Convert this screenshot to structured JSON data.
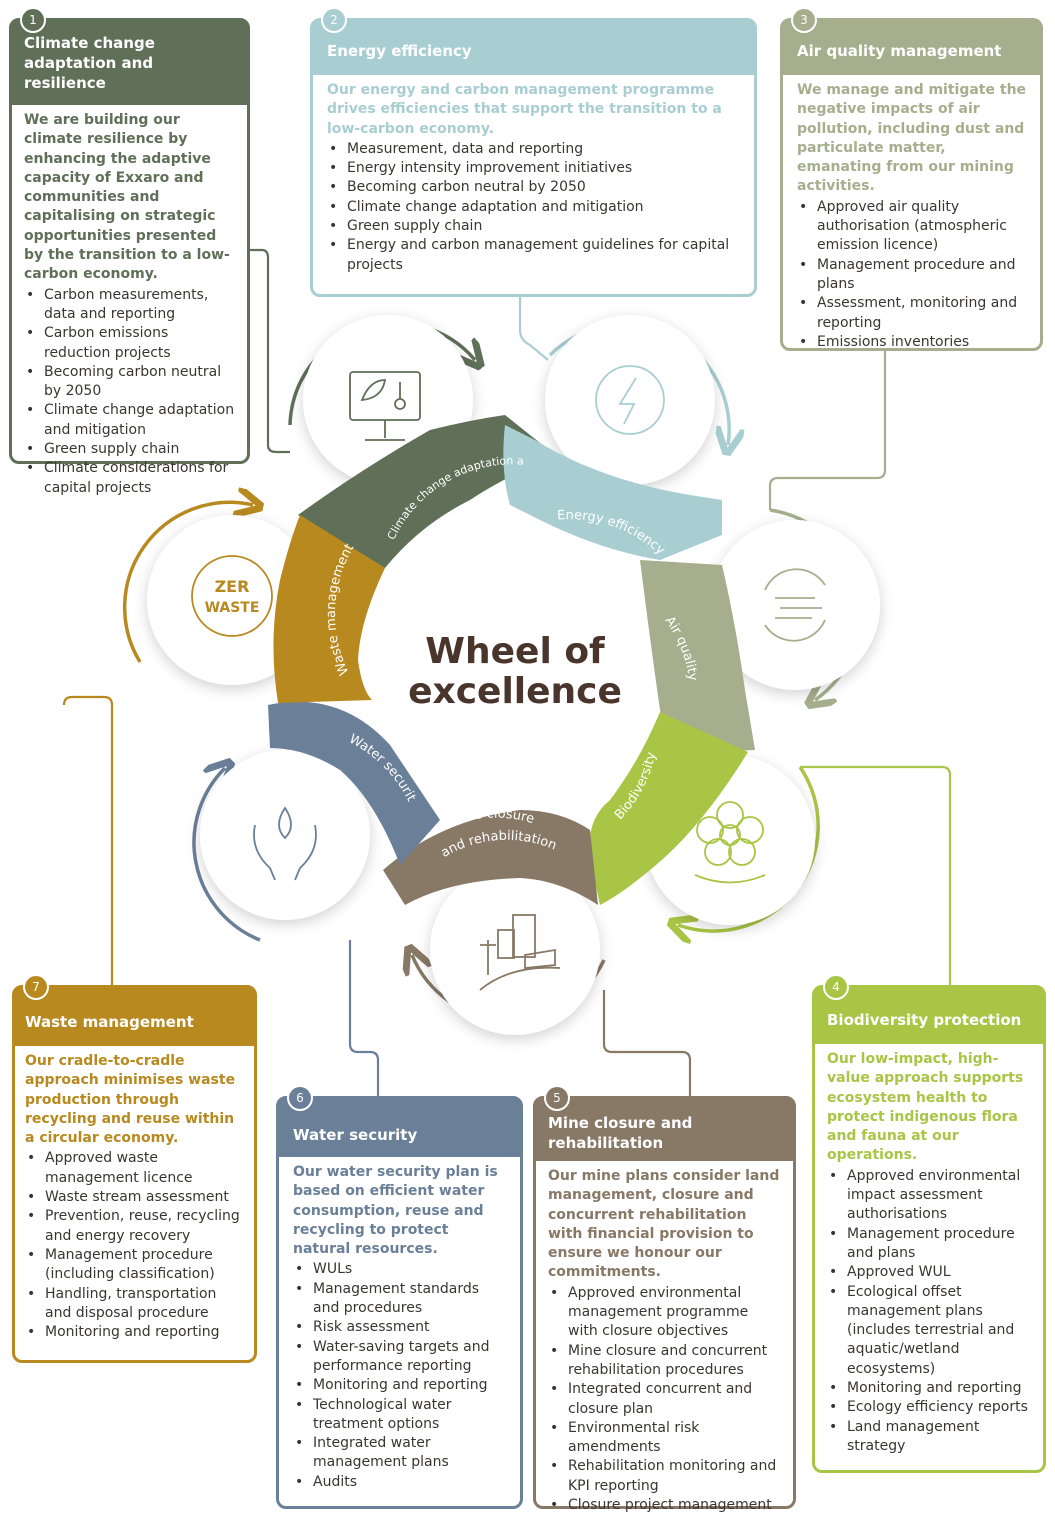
{
  "title_line1": "Wheel of",
  "title_line2": "excellence",
  "colors": {
    "climate": "#5f6f58",
    "energy": "#a8ced2",
    "air": "#a7ae8e",
    "biodiversity": "#a9c545",
    "mine": "#887866",
    "water": "#6a7f98",
    "waste": "#b8891f"
  },
  "segments": {
    "climate": "Climate change adaptation and resilience",
    "energy": "Energy efficiency",
    "air": "Air quality",
    "biodiversity": "Biodiversity",
    "mine": "Mine closure and rehabilitation",
    "water": "Water security",
    "waste": "Waste management"
  },
  "icons": {
    "climate": "monitor-leaf-thermometer-icon",
    "energy": "lightning-leaf-icon",
    "air": "air-cycle-icon",
    "biodiversity": "flower-icon",
    "mine": "buildings-solar-icon",
    "water": "hands-water-drop-icon",
    "waste": "zero-waste-icon"
  },
  "zero_waste": {
    "line1": "ZER",
    "line2": "WASTE"
  },
  "cards": {
    "c1": {
      "num": "1",
      "title": "Climate change adaptation and resilience",
      "intro": "We are building our climate resilience by enhancing the adaptive capacity of Exxaro and communities and capitalising on strategic opportunities presented by the transition to a low-carbon economy.",
      "items": [
        "Carbon measurements, data and reporting",
        "Carbon emissions reduction projects",
        "Becoming carbon neutral by 2050",
        "Climate change adaptation and mitigation",
        "Green supply chain",
        "Climate considerations for capital projects"
      ]
    },
    "c2": {
      "num": "2",
      "title": "Energy efficiency",
      "intro": "Our energy and carbon management programme drives efficiencies that support the transition to a low-carbon economy.",
      "items": [
        "Measurement, data and reporting",
        "Energy intensity improvement initiatives",
        "Becoming carbon neutral by 2050",
        "Climate change adaptation and mitigation",
        "Green supply chain",
        "Energy and carbon management guidelines for capital projects"
      ]
    },
    "c3": {
      "num": "3",
      "title": "Air quality management",
      "intro": "We manage and mitigate the negative impacts of air pollution, including dust and particulate matter, emanating from our mining activities.",
      "items": [
        "Approved air quality authorisation (atmospheric emission licence)",
        "Management procedure and plans",
        "Assessment, monitoring and reporting",
        "Emissions inventories"
      ]
    },
    "c4": {
      "num": "4",
      "title": "Biodiversity protection",
      "intro": "Our low-impact, high-value approach supports ecosystem health to protect indigenous flora and fauna at our operations.",
      "items": [
        "Approved environmental impact assessment authorisations",
        "Management procedure and plans",
        "Approved WUL",
        "Ecological offset management plans (includes terrestrial and aquatic/wetland ecosystems)",
        "Monitoring and reporting",
        "Ecology efficiency reports",
        "Land management strategy"
      ]
    },
    "c5": {
      "num": "5",
      "title": "Mine closure and rehabilitation",
      "intro": "Our mine plans consider land management, closure and concurrent rehabilitation with financial provision to ensure we honour our commitments.",
      "items": [
        "Approved environmental management programme with closure objectives",
        "Mine closure and concurrent rehabilitation procedures",
        "Integrated concurrent and closure plan",
        "Environmental risk amendments",
        "Rehabilitation monitoring and KPI reporting",
        "Closure project management"
      ]
    },
    "c6": {
      "num": "6",
      "title": "Water security",
      "intro": "Our water security plan is based on efficient water consumption, reuse and recycling to protect natural resources.",
      "items": [
        "WULs",
        "Management standards and procedures",
        "Risk assessment",
        "Water-saving targets and performance reporting",
        "Monitoring and reporting",
        "Technological water treatment options",
        "Integrated water management plans",
        "Audits"
      ]
    },
    "c7": {
      "num": "7",
      "title": "Waste management",
      "intro": "Our cradle-to-cradle approach minimises waste production through recycling and reuse within a circular economy.",
      "items": [
        "Approved waste management licence",
        "Waste stream assessment",
        "Prevention, reuse, recycling and energy recovery",
        "Management procedure (including classification)",
        "Handling, transportation and disposal procedure",
        "Monitoring and reporting"
      ]
    }
  }
}
